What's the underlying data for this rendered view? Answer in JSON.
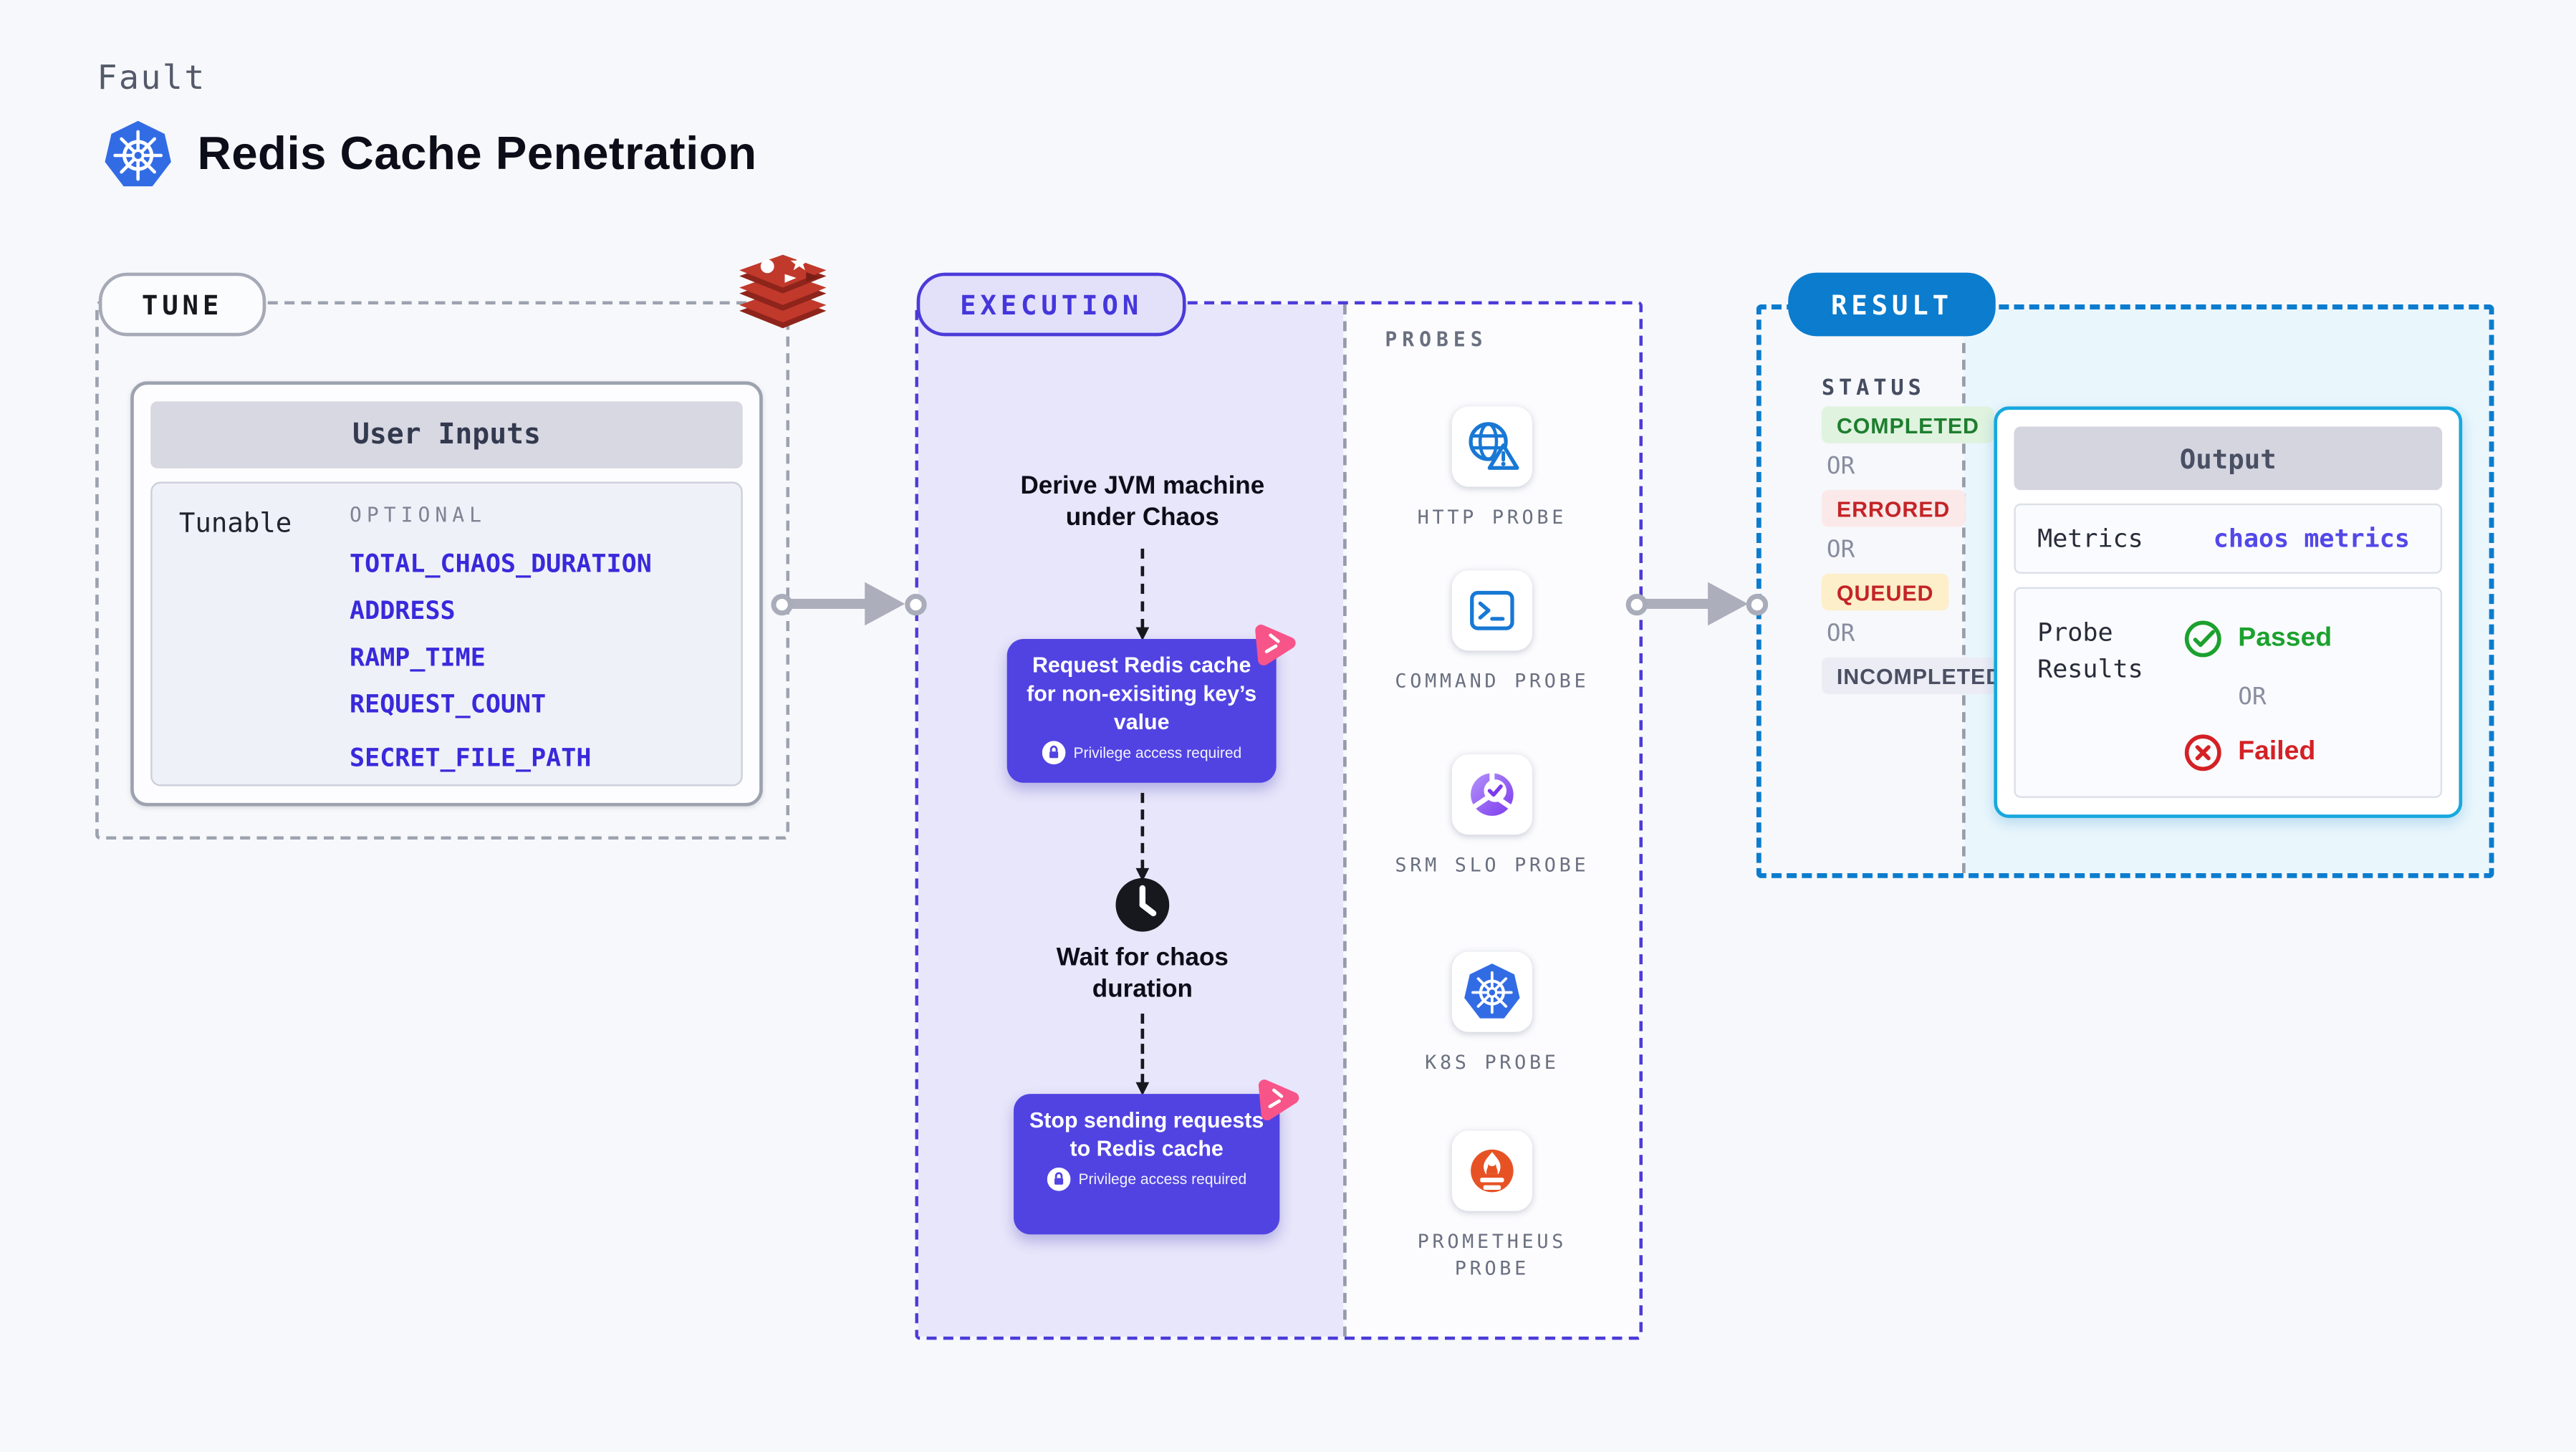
{
  "header": {
    "kicker": "Fault",
    "title": "Redis Cache Penetration",
    "icon": "kubernetes-icon"
  },
  "tune": {
    "pill": "TUNE",
    "target_icon": "redis-icon",
    "user_inputs_title": "User Inputs",
    "row_label": "Tunable",
    "group_label": "OPTIONAL",
    "inputs": [
      "TOTAL_CHAOS_DURATION",
      "ADDRESS",
      "RAMP_TIME",
      "REQUEST_COUNT",
      "SECRET_FILE_PATH"
    ]
  },
  "execution": {
    "pill": "EXECUTION",
    "step1": "Derive JVM machine under Chaos",
    "node1": "Request Redis cache for non-exisiting key’s value",
    "privilege_note": "Privilege access required",
    "step2": "Wait for chaos duration",
    "node2": "Stop sending requests to Redis cache",
    "probes_label": "PROBES",
    "probes": [
      {
        "label": "HTTP PROBE",
        "icon": "http-probe-icon"
      },
      {
        "label": "COMMAND PROBE",
        "icon": "command-probe-icon"
      },
      {
        "label": "SRM SLO PROBE",
        "icon": "srm-slo-probe-icon"
      },
      {
        "label": "K8S PROBE",
        "icon": "k8s-probe-icon"
      },
      {
        "label": "PROMETHEUS PROBE",
        "icon": "prometheus-probe-icon"
      }
    ]
  },
  "result": {
    "pill": "RESULT",
    "status_heading": "STATUS",
    "or_label": "OR",
    "statuses": [
      {
        "label": "COMPLETED",
        "text_color": "#1E7E2E",
        "bg_color": "#DFF3DF"
      },
      {
        "label": "ERRORED",
        "text_color": "#C32427",
        "bg_color": "#FBE9E9"
      },
      {
        "label": "QUEUED",
        "text_color": "#C32427",
        "bg_color": "#FCEFC9"
      },
      {
        "label": "INCOMPLETED",
        "text_color": "#4A4F63",
        "bg_color": "#ECECF4"
      }
    ],
    "output": {
      "title": "Output",
      "metrics_label": "Metrics",
      "metrics_value": "chaos metrics",
      "probe_results_label": "Probe Results",
      "passed": "Passed",
      "or_label": "OR",
      "failed": "Failed"
    }
  },
  "colors": {
    "page_bg": "#F7F8FB",
    "accent_indigo": "#4B3BD9",
    "execution_fill": "#E7E6FA",
    "node_purple": "#5143E1",
    "pink_chaos": "#F7548A",
    "link_blue": "#3929DB",
    "result_blue": "#0B7CCE",
    "result_fill": "#E9F6FC",
    "output_border": "#17A8DE",
    "metrics_value_color": "#5348E8",
    "passed_green": "#1CA12E",
    "failed_red": "#D32125",
    "k8s_blue": "#326CE5",
    "http_blue": "#1878D4",
    "srm_purple": "#7C3AED",
    "prometheus_orange": "#E75225",
    "redis_red": "#B93229",
    "arrow_gray": "#ACAEBB"
  }
}
